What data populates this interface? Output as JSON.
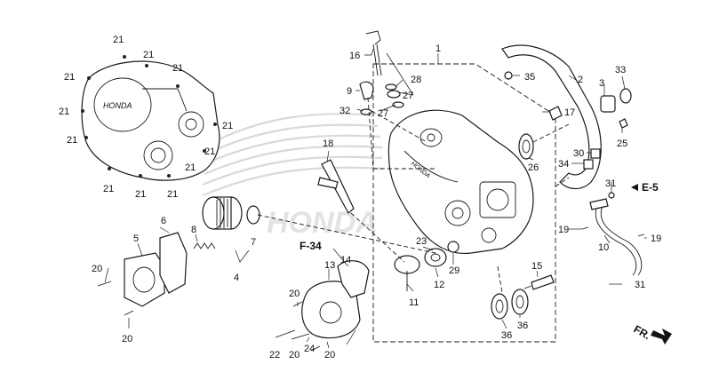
{
  "references": {
    "f34": "F-34",
    "e5": "E-5",
    "fr": "FR."
  },
  "watermark": "HONDA",
  "cover_logo": "HONDA",
  "callouts": [
    {
      "id": "c21a",
      "label": "21"
    },
    {
      "id": "c21b",
      "label": "21"
    },
    {
      "id": "c21c",
      "label": "21"
    },
    {
      "id": "c21d",
      "label": "21"
    },
    {
      "id": "c21e",
      "label": "21"
    },
    {
      "id": "c21f",
      "label": "21"
    },
    {
      "id": "c21g",
      "label": "21"
    },
    {
      "id": "c21h",
      "label": "21"
    },
    {
      "id": "c21i",
      "label": "21"
    },
    {
      "id": "c21j",
      "label": "21"
    },
    {
      "id": "c21k",
      "label": "21"
    },
    {
      "id": "c21l",
      "label": "21"
    },
    {
      "id": "c1",
      "label": "1"
    },
    {
      "id": "c2",
      "label": "2"
    },
    {
      "id": "c3",
      "label": "3"
    },
    {
      "id": "c4",
      "label": "4"
    },
    {
      "id": "c5",
      "label": "5"
    },
    {
      "id": "c6",
      "label": "6"
    },
    {
      "id": "c7",
      "label": "7"
    },
    {
      "id": "c8",
      "label": "8"
    },
    {
      "id": "c9",
      "label": "9"
    },
    {
      "id": "c10",
      "label": "10"
    },
    {
      "id": "c11",
      "label": "11"
    },
    {
      "id": "c12",
      "label": "12"
    },
    {
      "id": "c13",
      "label": "13"
    },
    {
      "id": "c14",
      "label": "14"
    },
    {
      "id": "c15",
      "label": "15"
    },
    {
      "id": "c16",
      "label": "16"
    },
    {
      "id": "c17",
      "label": "17"
    },
    {
      "id": "c18",
      "label": "18"
    },
    {
      "id": "c19a",
      "label": "19"
    },
    {
      "id": "c19b",
      "label": "19"
    },
    {
      "id": "c20a",
      "label": "20"
    },
    {
      "id": "c20b",
      "label": "20"
    },
    {
      "id": "c20c",
      "label": "20"
    },
    {
      "id": "c20d",
      "label": "20"
    },
    {
      "id": "c20e",
      "label": "20"
    },
    {
      "id": "c22",
      "label": "22"
    },
    {
      "id": "c23",
      "label": "23"
    },
    {
      "id": "c24",
      "label": "24"
    },
    {
      "id": "c25",
      "label": "25"
    },
    {
      "id": "c26",
      "label": "26"
    },
    {
      "id": "c27a",
      "label": "27"
    },
    {
      "id": "c27b",
      "label": "27"
    },
    {
      "id": "c28",
      "label": "28"
    },
    {
      "id": "c29",
      "label": "29"
    },
    {
      "id": "c30",
      "label": "30"
    },
    {
      "id": "c31a",
      "label": "31"
    },
    {
      "id": "c31b",
      "label": "31"
    },
    {
      "id": "c32",
      "label": "32"
    },
    {
      "id": "c33",
      "label": "33"
    },
    {
      "id": "c34",
      "label": "34"
    },
    {
      "id": "c35",
      "label": "35"
    },
    {
      "id": "c36a",
      "label": "36"
    },
    {
      "id": "c36b",
      "label": "36"
    }
  ]
}
